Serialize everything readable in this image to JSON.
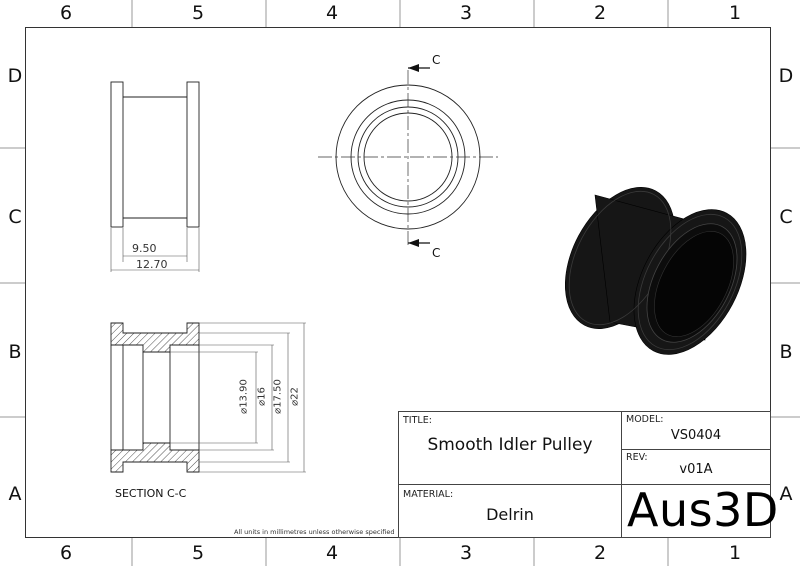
{
  "zones": {
    "columns": [
      "6",
      "5",
      "4",
      "3",
      "2",
      "1"
    ],
    "rows": [
      "D",
      "C",
      "B",
      "A"
    ]
  },
  "side_view": {
    "dim_inner": "9.50",
    "dim_outer": "12.70"
  },
  "front_view": {
    "section_mark_top": "C",
    "section_mark_bottom": "C"
  },
  "section_view": {
    "label": "SECTION C-C",
    "diameters": [
      "⌀13.90",
      "⌀16",
      "⌀17.50",
      "⌀22"
    ]
  },
  "title_block": {
    "title_label": "TITLE:",
    "title": "Smooth Idler Pulley",
    "model_label": "MODEL:",
    "model": "VS0404",
    "rev_label": "REV:",
    "rev": "v01A",
    "material_label": "MATERIAL:",
    "material": "Delrin",
    "company": "Aus3D"
  },
  "units_note": "All units in millimetres unless otherwise specified"
}
